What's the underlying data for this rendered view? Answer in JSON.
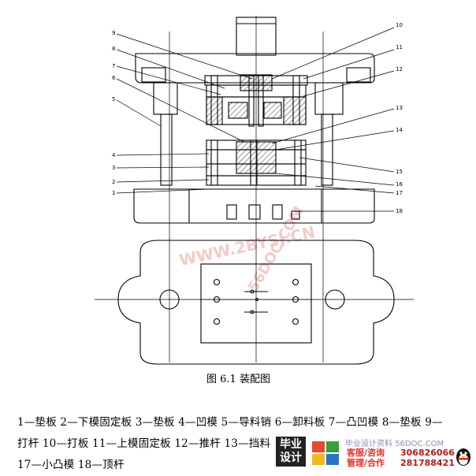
{
  "figure": {
    "caption": "图 6.1 装配图",
    "part_numbers": [
      "1",
      "2",
      "3",
      "4",
      "5",
      "6",
      "7",
      "8",
      "9",
      "10",
      "11",
      "12",
      "13",
      "14",
      "15",
      "16",
      "17",
      "18"
    ],
    "watermarks": [
      "WWW.2BYSJ.CN",
      "56DOC.COM"
    ]
  },
  "legend": {
    "line1": "1—垫板 2—下模固定板 3—垫板 4—凹模 5—导料销 6—卸料板 7—凸凹模 8—垫板 9—",
    "line2": "打杆 10—打板 11—上模固定板 12—推杆 13—挡料",
    "line3": "17—小凸模 18—顶杆"
  },
  "banner": {
    "logo_text": "毕业设计",
    "site": "毕业设计资料 56DOC.COM",
    "service_label": "客服/咨询",
    "manage_label": "管理/合作",
    "phone_1": "306826066",
    "phone_2": "281788421"
  }
}
